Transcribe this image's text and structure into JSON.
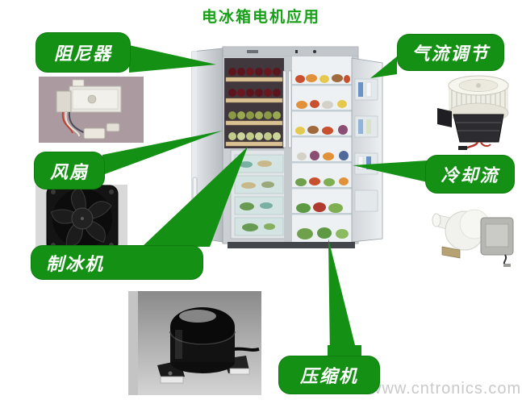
{
  "title": "电冰箱电机应用",
  "watermark": "www.cntronics.com",
  "callouts": {
    "damper": "阻尼器",
    "airflow": "气流调节",
    "fan": "风扇",
    "cooling": "冷却流",
    "icemaker": "制冰机",
    "compressor": "压缩机"
  },
  "images": {
    "refrigerator": "side-by-side refrigerator with open doors full of food and wine",
    "damper": "damper assembly with wiring harness photo",
    "fan": "black axial cooling fan photo",
    "blower": "centrifugal blower motor photo",
    "pump": "drain pump motor photo",
    "compressor": "black hermetic compressor photo"
  },
  "colors": {
    "callout_green": "#149114",
    "callout_border": "#0e7c0e",
    "title_green": "#18a018",
    "watermark_gray": "#c9c9c9"
  }
}
